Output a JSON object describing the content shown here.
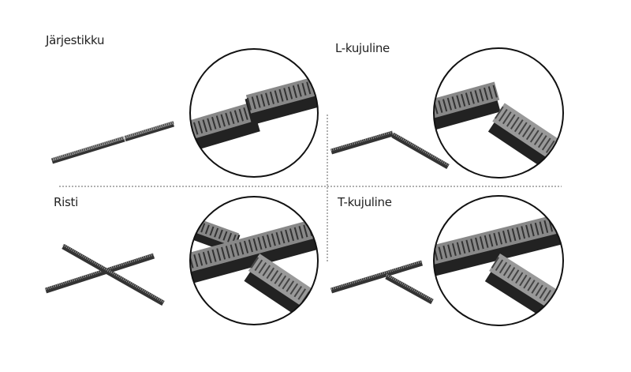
{
  "panels": [
    {
      "label": "Järjestikku"
    },
    {
      "label": "L-kujuline"
    },
    {
      "label": "Risti"
    },
    {
      "label": "T-kujuline"
    }
  ],
  "colors": {
    "grate": "#8a8a8a",
    "body": "#2a2a2a",
    "divider": "#b0b0b0",
    "outline": "#111111"
  }
}
